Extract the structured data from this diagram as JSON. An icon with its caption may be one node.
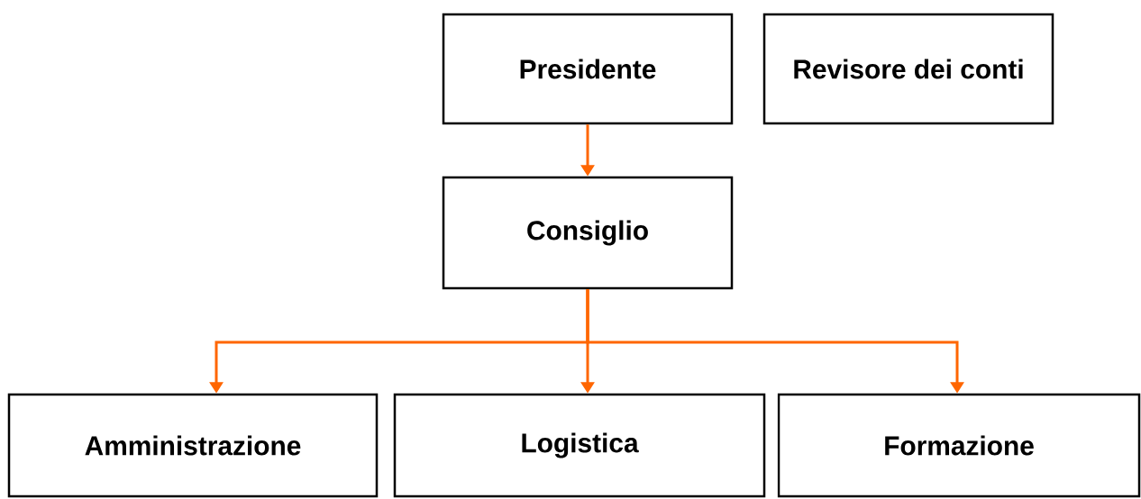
{
  "diagram": {
    "nodes": [
      {
        "text": [
          "Presidente"
        ]
      },
      {
        "text": [
          "Revisore dei conti"
        ]
      },
      {
        "text": [
          "Consiglio"
        ]
      },
      {
        "text": [
          "Amministrazione"
        ]
      },
      {
        "text": [
          "Logistica"
        ]
      },
      {
        "text": [
          "Formazione"
        ]
      }
    ],
    "edges": [
      {
        "from": 0,
        "to": 2,
        "arrow": "to"
      },
      {
        "from": 2,
        "to": 3,
        "arrow": "to"
      },
      {
        "from": 2,
        "to": 4,
        "arrow": "to"
      },
      {
        "from": 2,
        "to": 5,
        "arrow": "to"
      }
    ]
  }
}
